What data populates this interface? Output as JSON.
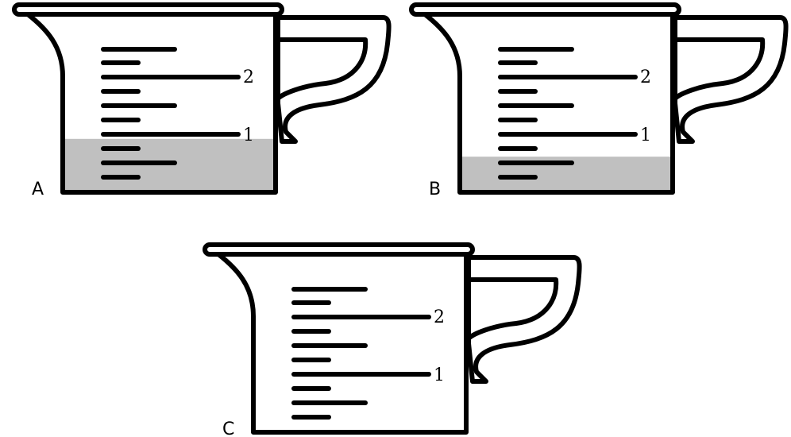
{
  "figures": [
    {
      "label": "A",
      "fill_level": 0.3,
      "fill_color": "#c0c0c0",
      "scale_labels": [
        "2",
        "1"
      ]
    },
    {
      "label": "B",
      "fill_level": 0.2,
      "fill_color": "#c0c0c0",
      "scale_labels": [
        "2",
        "1"
      ]
    },
    {
      "label": "C",
      "fill_level": 0,
      "fill_color": "#c0c0c0",
      "scale_labels": [
        "2",
        "1"
      ]
    }
  ]
}
